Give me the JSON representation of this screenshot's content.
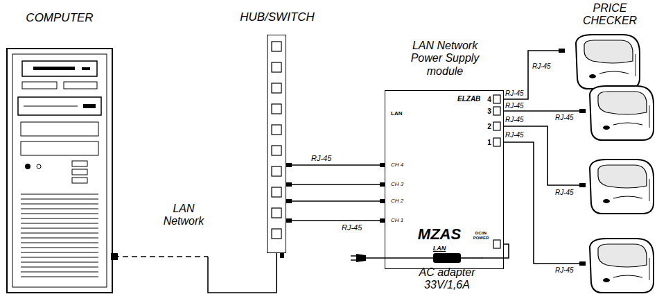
{
  "diagram": {
    "nodes": [
      {
        "text": [
          "COMPUTER"
        ]
      },
      {
        "text": [
          "HUB/SWITCH"
        ]
      },
      {
        "text": [
          "LAN Network Power Supply module",
          "ELZAB",
          "LAN",
          "CH 4",
          "CH 3",
          "CH 2",
          "CH 1",
          "4",
          "3",
          "2",
          "1",
          "MZAS",
          "LAN",
          "DC/IN POWER"
        ]
      },
      {
        "text": [
          "PRICE CHECKER"
        ]
      },
      {
        "text": [
          "AC adapter 33V/1,6A"
        ]
      }
    ],
    "edges": [
      {
        "from": 0,
        "to": 1,
        "arrow": "none"
      },
      {
        "from": 1,
        "to": 2,
        "arrow": "none"
      },
      {
        "from": 1,
        "to": 2,
        "arrow": "none"
      },
      {
        "from": 1,
        "to": 2,
        "arrow": "none"
      },
      {
        "from": 1,
        "to": 2,
        "arrow": "none"
      },
      {
        "from": 2,
        "to": 3,
        "arrow": "none"
      },
      {
        "from": 2,
        "to": 4,
        "arrow": "none"
      }
    ],
    "labels": [
      "LAN Network",
      "RJ-45",
      "RJ-45",
      "RJ-45",
      "RJ-45",
      "RJ-45",
      "RJ-45",
      "RJ-45",
      "RJ-45",
      "RJ-45",
      "RJ-45"
    ]
  }
}
